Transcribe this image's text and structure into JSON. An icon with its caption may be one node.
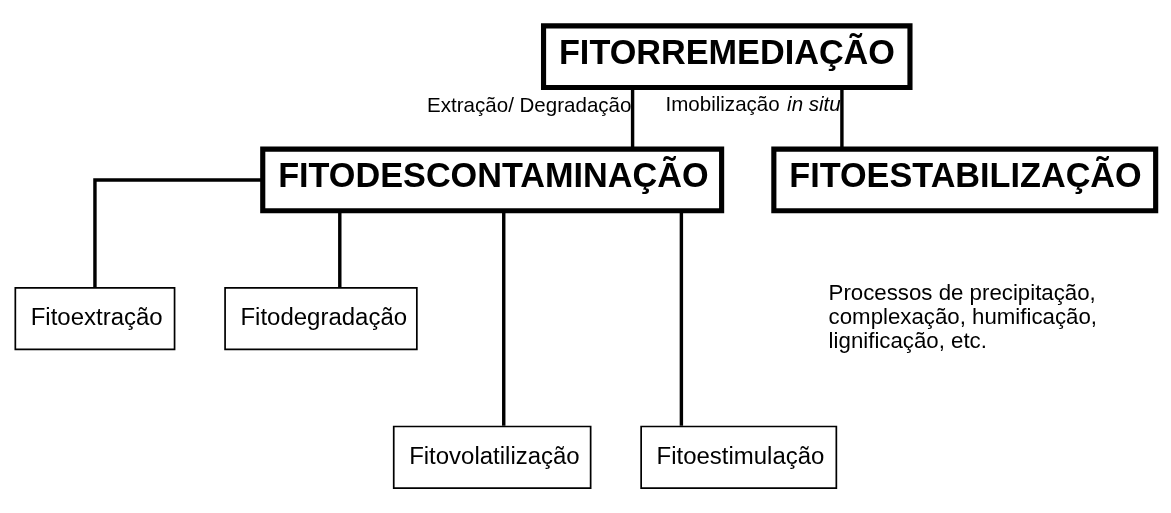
{
  "diagram": {
    "nodes": [
      {
        "text": [
          "FITORREMEDIAÇÃO"
        ]
      },
      {
        "text": [
          "FITODESCONTAMINAÇÃO"
        ]
      },
      {
        "text": [
          "FITOESTABILIZAÇÃO"
        ],
        "beside": [
          "Processos de precipitação, complexação, humificação, lignificação, etc."
        ]
      },
      {
        "text": [
          "Fitoextração"
        ]
      },
      {
        "text": [
          "Fitodegradação"
        ]
      },
      {
        "text": [
          "Fitovolatilização"
        ]
      },
      {
        "text": [
          "Fitoestimulação"
        ]
      }
    ],
    "edges": [
      {
        "from": 0,
        "to": 1,
        "arrow": "none",
        "label": "Extração/ Degradação"
      },
      {
        "from": 0,
        "to": 2,
        "arrow": "none",
        "label": "Imobilização *in situ*"
      },
      {
        "from": 1,
        "to": 3,
        "arrow": "none"
      },
      {
        "from": 1,
        "to": 5,
        "arrow": "none"
      },
      {
        "from": 1,
        "to": 4,
        "arrow": "none"
      },
      {
        "from": 1,
        "to": 6,
        "arrow": "none"
      }
    ]
  }
}
